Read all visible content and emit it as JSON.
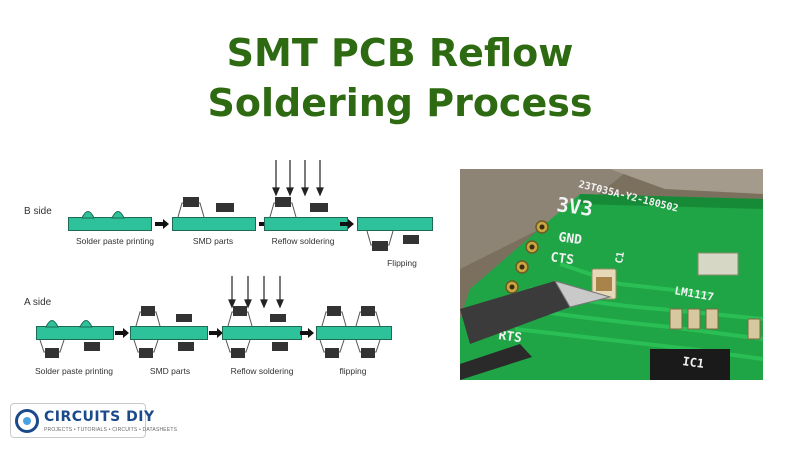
{
  "title": {
    "line1": "SMT PCB Reflow",
    "line2": "Soldering Process"
  },
  "diagram": {
    "b_side": {
      "label": "B side",
      "steps": [
        "Solder paste printing",
        "SMD parts",
        "Reflow soldering",
        "Flipping"
      ]
    },
    "a_side": {
      "label": "A side",
      "steps": [
        "Solder paste printing",
        "SMD parts",
        "Reflow soldering",
        "flipping"
      ]
    }
  },
  "photo": {
    "silkscreen": [
      "23T035A-Y2-180502",
      "3V3",
      "GND",
      "CTS",
      "RTS",
      "C1",
      "LM1117",
      "IC1"
    ]
  },
  "logo": {
    "name": "CIRCUITS DIY",
    "tagline": "PROJECTS • TUTORIALS • CIRCUITS • DATASHEETS"
  },
  "colors": {
    "title": "#2d6a12",
    "board": "#2ec29a",
    "pcb_photo": "#1fa545"
  }
}
